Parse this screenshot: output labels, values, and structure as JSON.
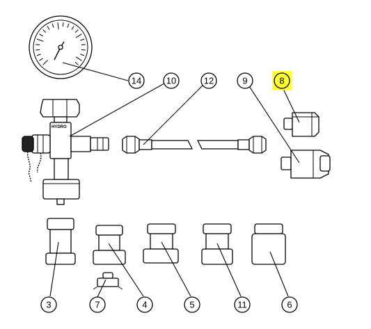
{
  "labels": {
    "valve_body": "HYDRO"
  },
  "callouts": [
    {
      "id": "c14",
      "label": "14",
      "highlighted": false
    },
    {
      "id": "c10",
      "label": "10",
      "highlighted": false
    },
    {
      "id": "c12",
      "label": "12",
      "highlighted": false
    },
    {
      "id": "c9",
      "label": "9",
      "highlighted": false
    },
    {
      "id": "c8",
      "label": "8",
      "highlighted": true
    },
    {
      "id": "c3",
      "label": "3",
      "highlighted": false
    },
    {
      "id": "c7",
      "label": "7",
      "highlighted": false
    },
    {
      "id": "c4",
      "label": "4",
      "highlighted": false
    },
    {
      "id": "c5",
      "label": "5",
      "highlighted": false
    },
    {
      "id": "c11",
      "label": "11",
      "highlighted": false
    },
    {
      "id": "c6",
      "label": "6",
      "highlighted": false
    }
  ],
  "colors": {
    "highlight": "#ffff33",
    "line": "#000000",
    "background": "#ffffff"
  }
}
